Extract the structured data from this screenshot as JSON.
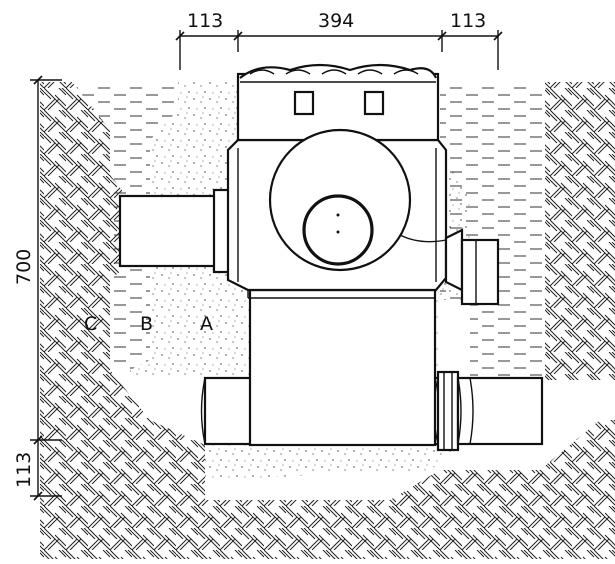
{
  "dimensions": {
    "top_left": "113",
    "top_center": "394",
    "top_right": "113",
    "left_height": "700",
    "left_bottom": "113"
  },
  "zone_labels": {
    "c": "C",
    "b": "B",
    "a": "A"
  },
  "colors": {
    "line": "#111111",
    "background": "#ffffff"
  }
}
